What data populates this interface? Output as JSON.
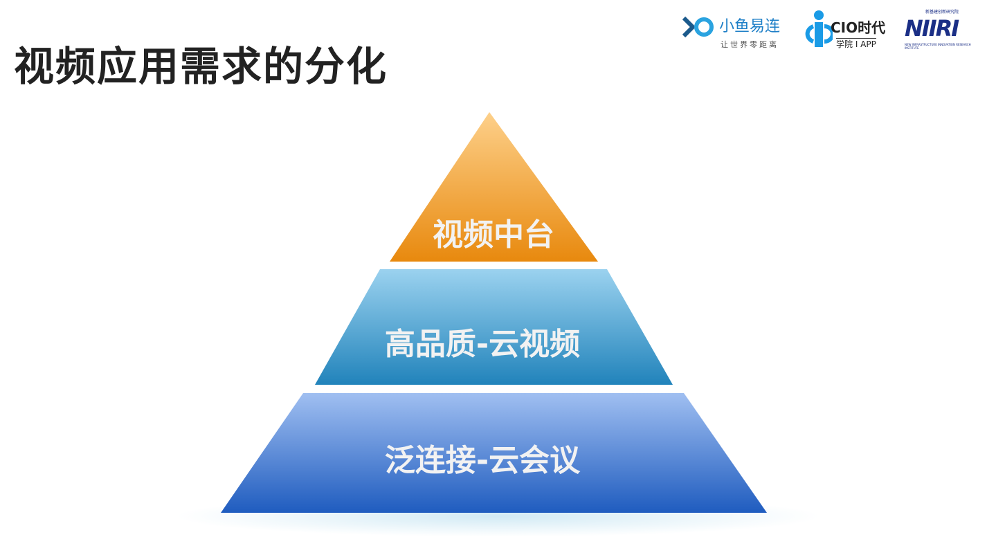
{
  "title": "视频应用需求的分化",
  "logos": {
    "xylink": {
      "name": "小鱼易连",
      "slogan": "让世界零距离"
    },
    "cio": {
      "name": "CIO时代",
      "sub": "学院 I APP"
    },
    "niiri": {
      "name": "NIIRI",
      "cn": "新基建创新研究院",
      "en": "NEW INFRASTRUCTURE INNOVATION RESEARCH INSTITUTE"
    }
  },
  "pyramid": {
    "levels": [
      {
        "label": "视频中台",
        "color_top": "#fdd08a",
        "color_bottom": "#e8890e"
      },
      {
        "label": "高品质-云视频",
        "color_top": "#9bd2ef",
        "color_bottom": "#2183bb"
      },
      {
        "label": "泛连接-云会议",
        "color_top": "#a0bff1",
        "color_bottom": "#1f5cbf"
      }
    ]
  }
}
